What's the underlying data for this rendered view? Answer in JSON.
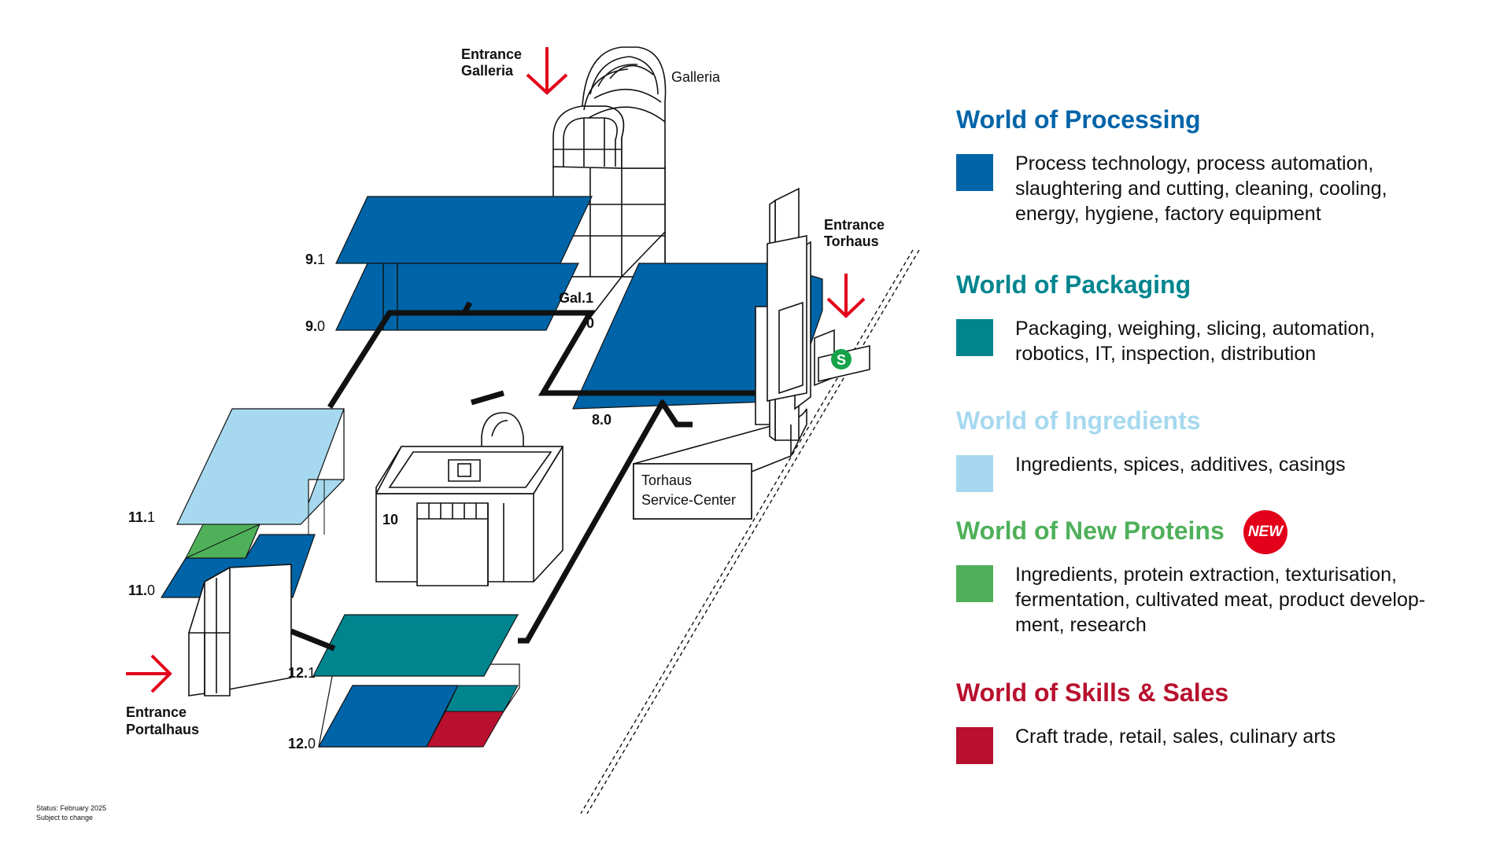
{
  "map": {
    "labels": {
      "entrance_galleria_l1": "Entrance",
      "entrance_galleria_l2": "Galleria",
      "galleria": "Galleria",
      "entrance_torhaus_l1": "Entrance",
      "entrance_torhaus_l2": "Torhaus",
      "entrance_portalhaus_l1": "Entrance",
      "entrance_portalhaus_l2": "Portalhaus",
      "torhaus_service_l1": "Torhaus",
      "torhaus_service_l2": "Service-Center",
      "s_bahn": "S"
    },
    "halls": {
      "h9_1_a": "9.",
      "h9_1_b": "1",
      "h9_0_a": "9.",
      "h9_0_b": "0",
      "gal_1": "Gal.1",
      "zero": "0",
      "h8_0": "8.0",
      "h10": "10",
      "h11_1_a": "11.",
      "h11_1_b": "1",
      "h11_0_a": "11.",
      "h11_0_b": "0",
      "h12_1_a": "12.",
      "h12_1_b": "1",
      "h12_0_a": "12.",
      "h12_0_b": "0"
    },
    "colors": {
      "processing": "#0064a8",
      "packaging": "#00858f",
      "ingredients": "#a6d9ef",
      "new_proteins": "#4fb05a",
      "skills_sales": "#b8102e",
      "arrow": "#e2001a",
      "s_bahn": "#16a34a"
    }
  },
  "legend": {
    "sections": [
      {
        "title": "World of Processing",
        "color": "#0064a8",
        "text": "Process technology, process automation, slaughtering and cutting, cleaning, cooling, energy, hygiene, factory equipment"
      },
      {
        "title": "World of Packaging",
        "color": "#00858f",
        "text": "Packaging, weighing, slicing, automation, robotics, IT, inspection, distribution"
      },
      {
        "title": "World of Ingredients",
        "color": "#a6d9ef",
        "text": "Ingredients, spices, additives, casings"
      },
      {
        "title": "World of New Proteins",
        "color": "#4fb05a",
        "text": "Ingredients, protein extraction, texturisation, fermentation, cultivated meat, product develop-ment, research",
        "badge": "NEW"
      },
      {
        "title": "World of Skills & Sales",
        "color": "#b8102e",
        "text": "Craft trade, retail, sales, culinary arts"
      }
    ]
  },
  "footer": {
    "status": "Status: February 2025",
    "note": "Subject to change"
  }
}
